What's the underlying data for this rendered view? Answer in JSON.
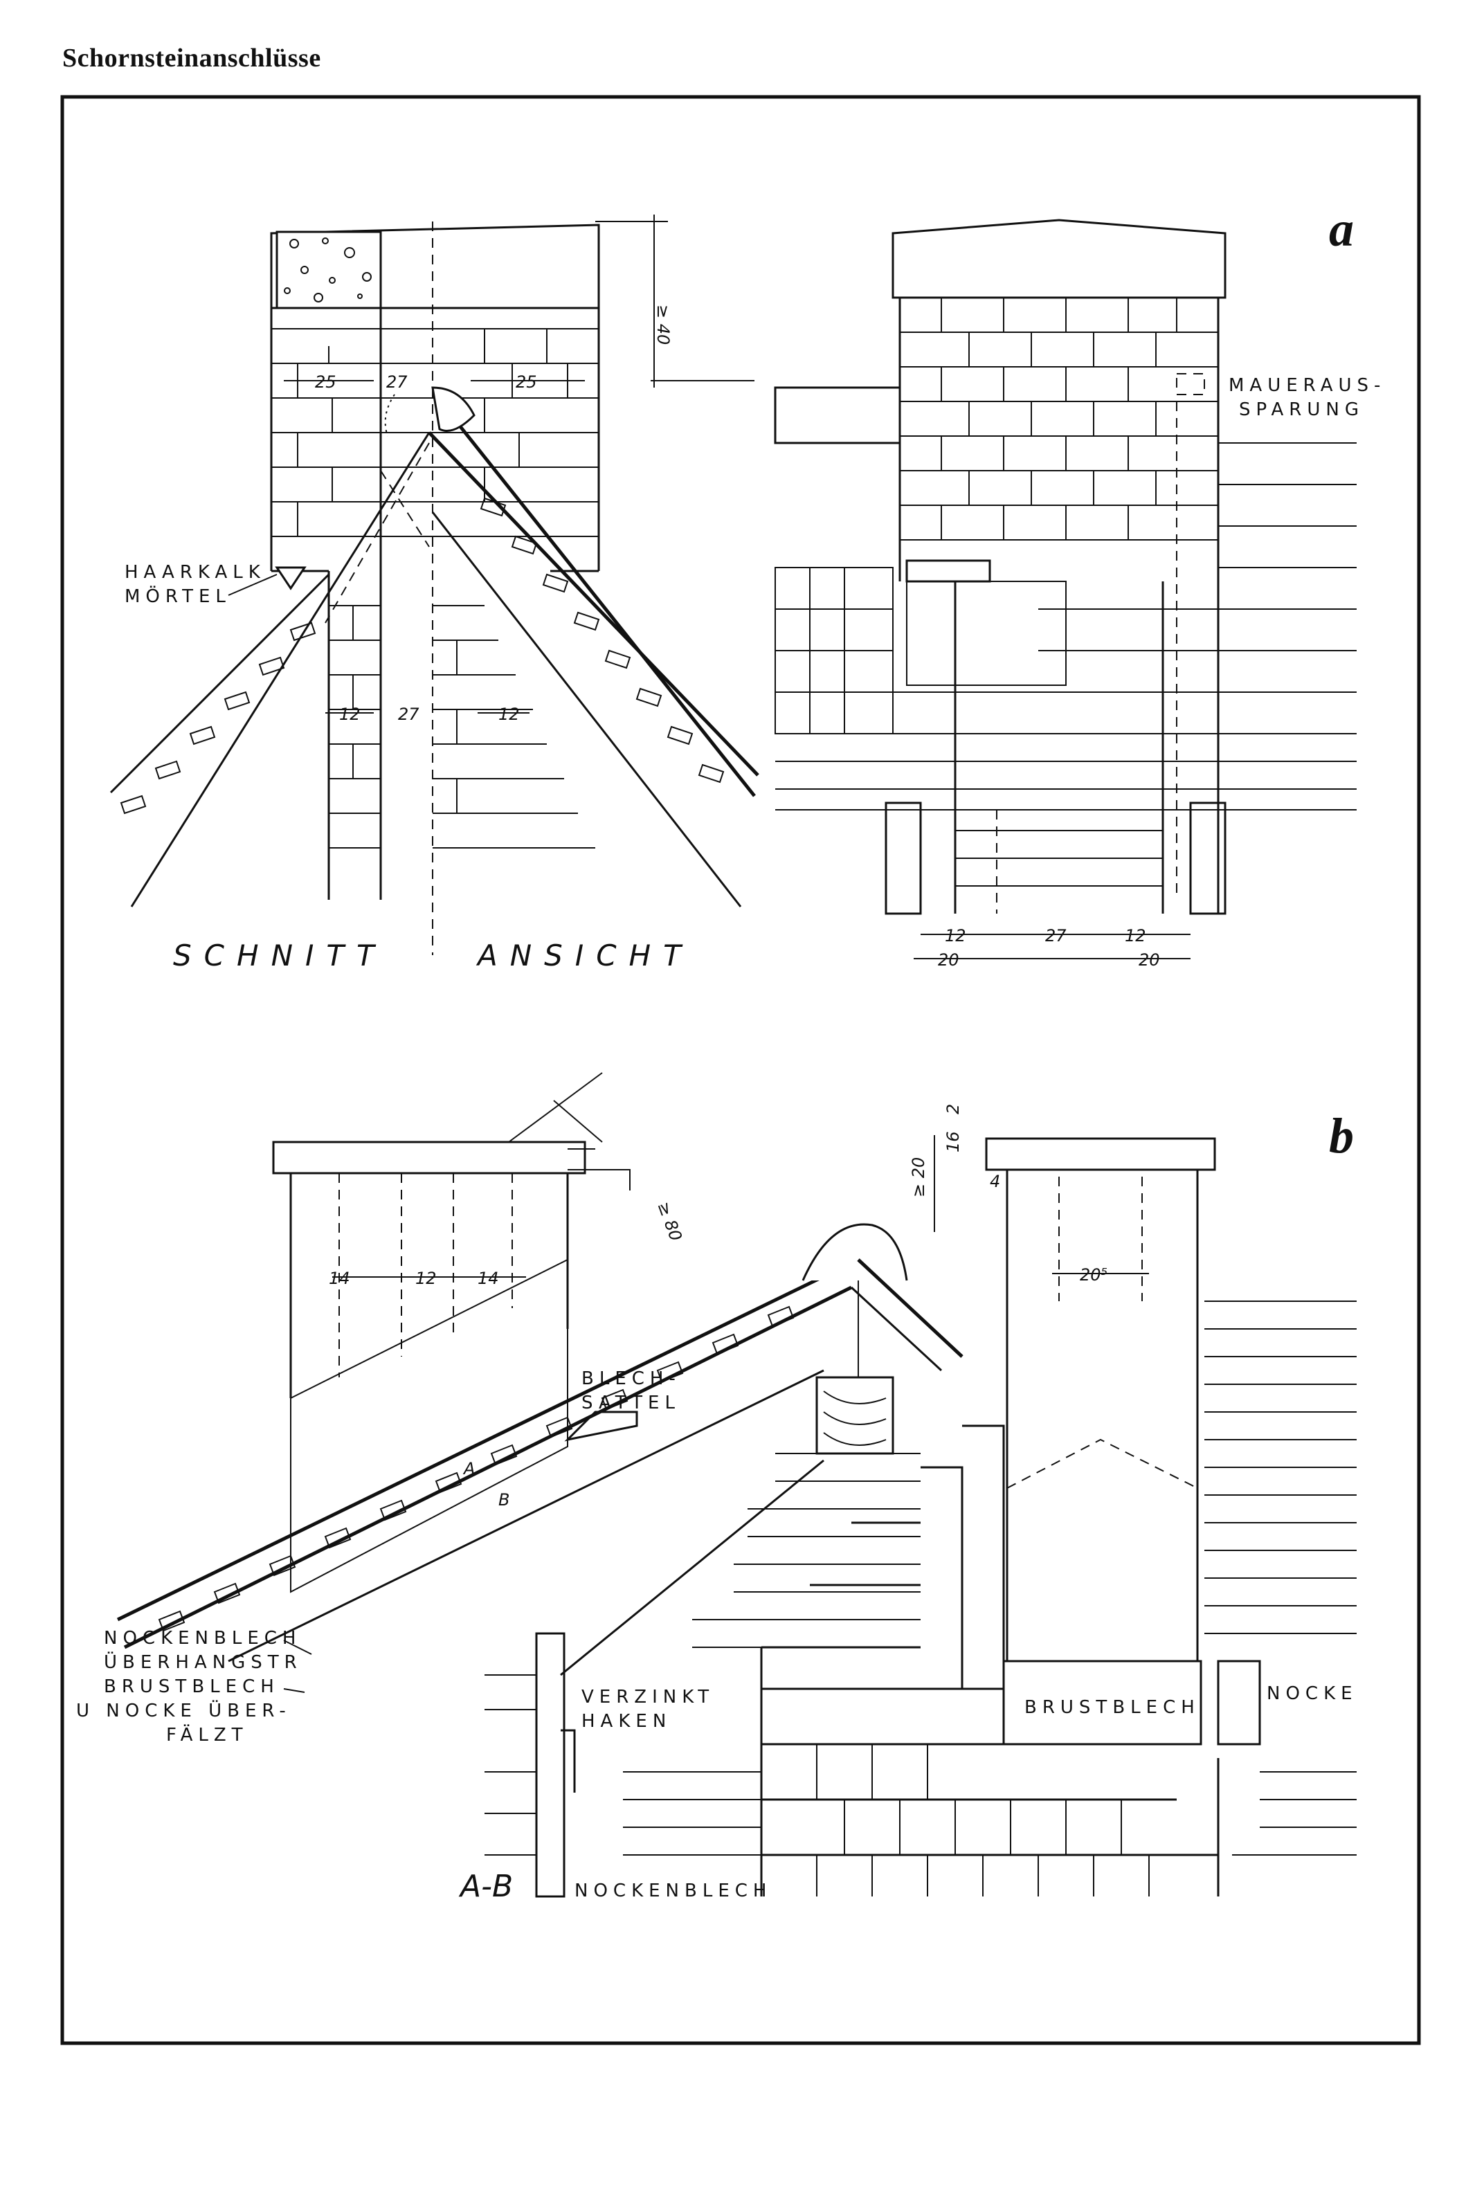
{
  "page": {
    "title": "Schornsteinanschlüsse"
  },
  "panel_a": {
    "letter": "a",
    "label_section": "SCHNITT",
    "label_view": "ANSICHT",
    "label_haarkalk": "HAARKALK",
    "label_moertel": "MÖRTEL",
    "label_maueraus": "MAUERAUS-",
    "label_sparung": "SPARUNG",
    "dim_wall_left": "25",
    "dim_flue": "27",
    "dim_wall_right": "25",
    "dim_height": "≥ 40",
    "dim_lower_left": "12",
    "dim_lower_flue": "27",
    "dim_lower_right": "12",
    "dim_view_12a": "12",
    "dim_view_27": "27",
    "dim_view_12b": "12",
    "dim_view_20a": "20",
    "dim_view_20b": "20"
  },
  "panel_b": {
    "letter": "b",
    "dim_14a": "14",
    "dim_12": "12",
    "dim_14b": "14",
    "dim_80": "≥ 80",
    "dim_20": "≥ 20",
    "dim_16": "16",
    "dim_2": "2",
    "dim_4": "4",
    "dim_205": "20⁵",
    "label_blech": "BLECH-",
    "label_sattel": "SATTEL",
    "label_a": "A",
    "label_b": "B",
    "label_nocken1": "NOCKENBLECH",
    "label_nocken2": "ÜBERHANGSTR",
    "label_nocken3": "BRUSTBLECH",
    "label_nocken4": "U NOCKE ÜBER-",
    "label_nocken5": "FÄLZT",
    "label_verzinkt": "VERZINKT",
    "label_haken": "HAKEN",
    "label_brustblech": "BRUSTBLECH",
    "label_nocke": "NOCKE",
    "label_ab": "A-B",
    "label_nockenblech": "NOCKENBLECH"
  }
}
